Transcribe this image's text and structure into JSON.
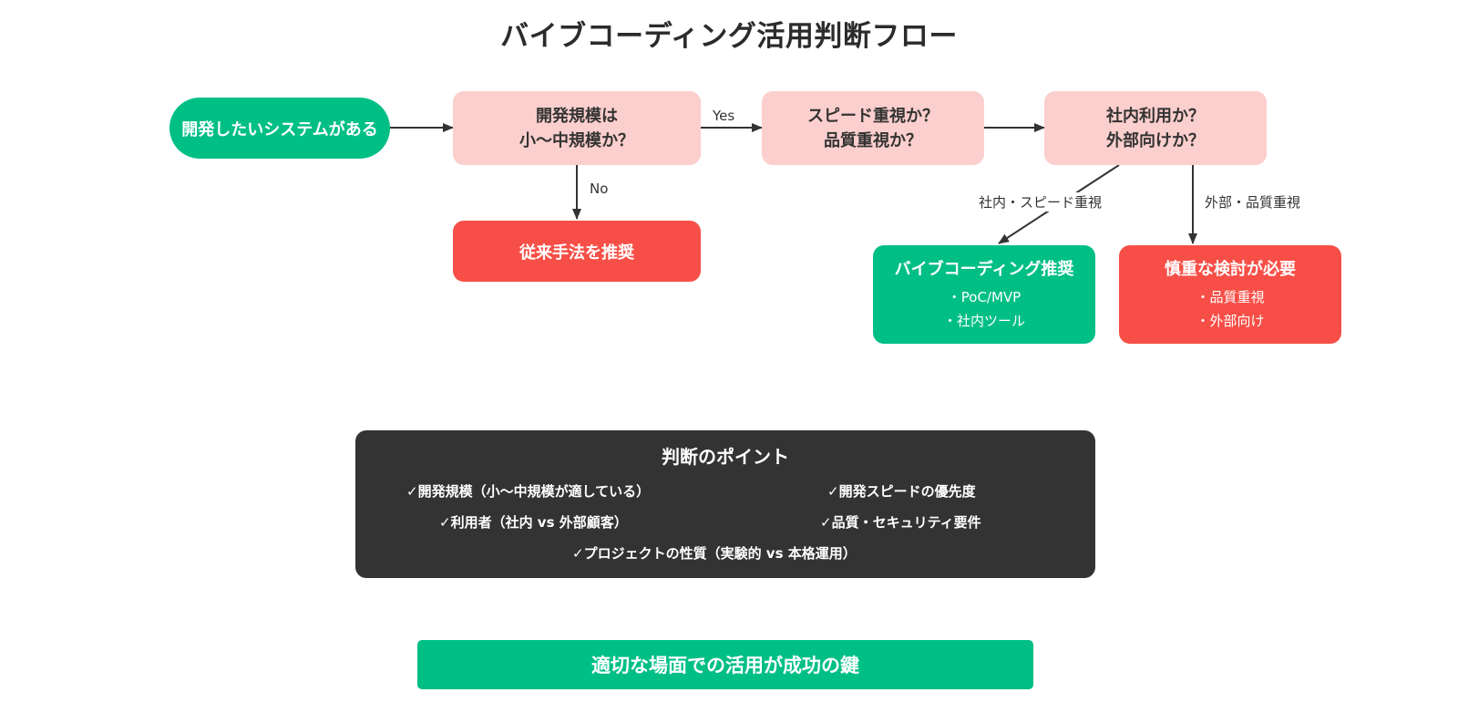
{
  "title": "バイブコーディング活用判断フロー",
  "nodes": {
    "start": "開発したいシステムがある",
    "scale_q": {
      "line1": "開発規模は",
      "line2": "小〜中規模か？"
    },
    "speed_q": {
      "line1": "スピード重視か？",
      "line2": "品質重視か？"
    },
    "user_q": {
      "line1": "社内利用か？",
      "line2": "外部向けか？"
    },
    "traditional": "従来手法を推奨",
    "vibe": {
      "title": "バイブコーディング推奨",
      "items": [
        "・PoC/MVP",
        "・社内ツール"
      ]
    },
    "careful": {
      "title": "慎重な検討が必要",
      "items": [
        "・品質重視",
        "・外部向け"
      ]
    }
  },
  "edge_labels": {
    "yes": "Yes",
    "no": "No",
    "internal_speed": "社内・スピード重視",
    "external_quality": "外部・品質重視"
  },
  "points": {
    "title": "判断のポイント",
    "items": [
      "✓開発規模（小〜中規模が適している）",
      "✓開発スピードの優先度",
      "✓利用者（社内 vs 外部顧客）",
      "✓品質・セキュリティ要件",
      "✓プロジェクトの性質（実験的 vs 本格運用）"
    ]
  },
  "banner": "適切な場面での活用が成功の鍵",
  "colors": {
    "green": "#00bf85",
    "red": "#f74f47",
    "pink": "#fbcfcd",
    "dark": "#333333"
  }
}
